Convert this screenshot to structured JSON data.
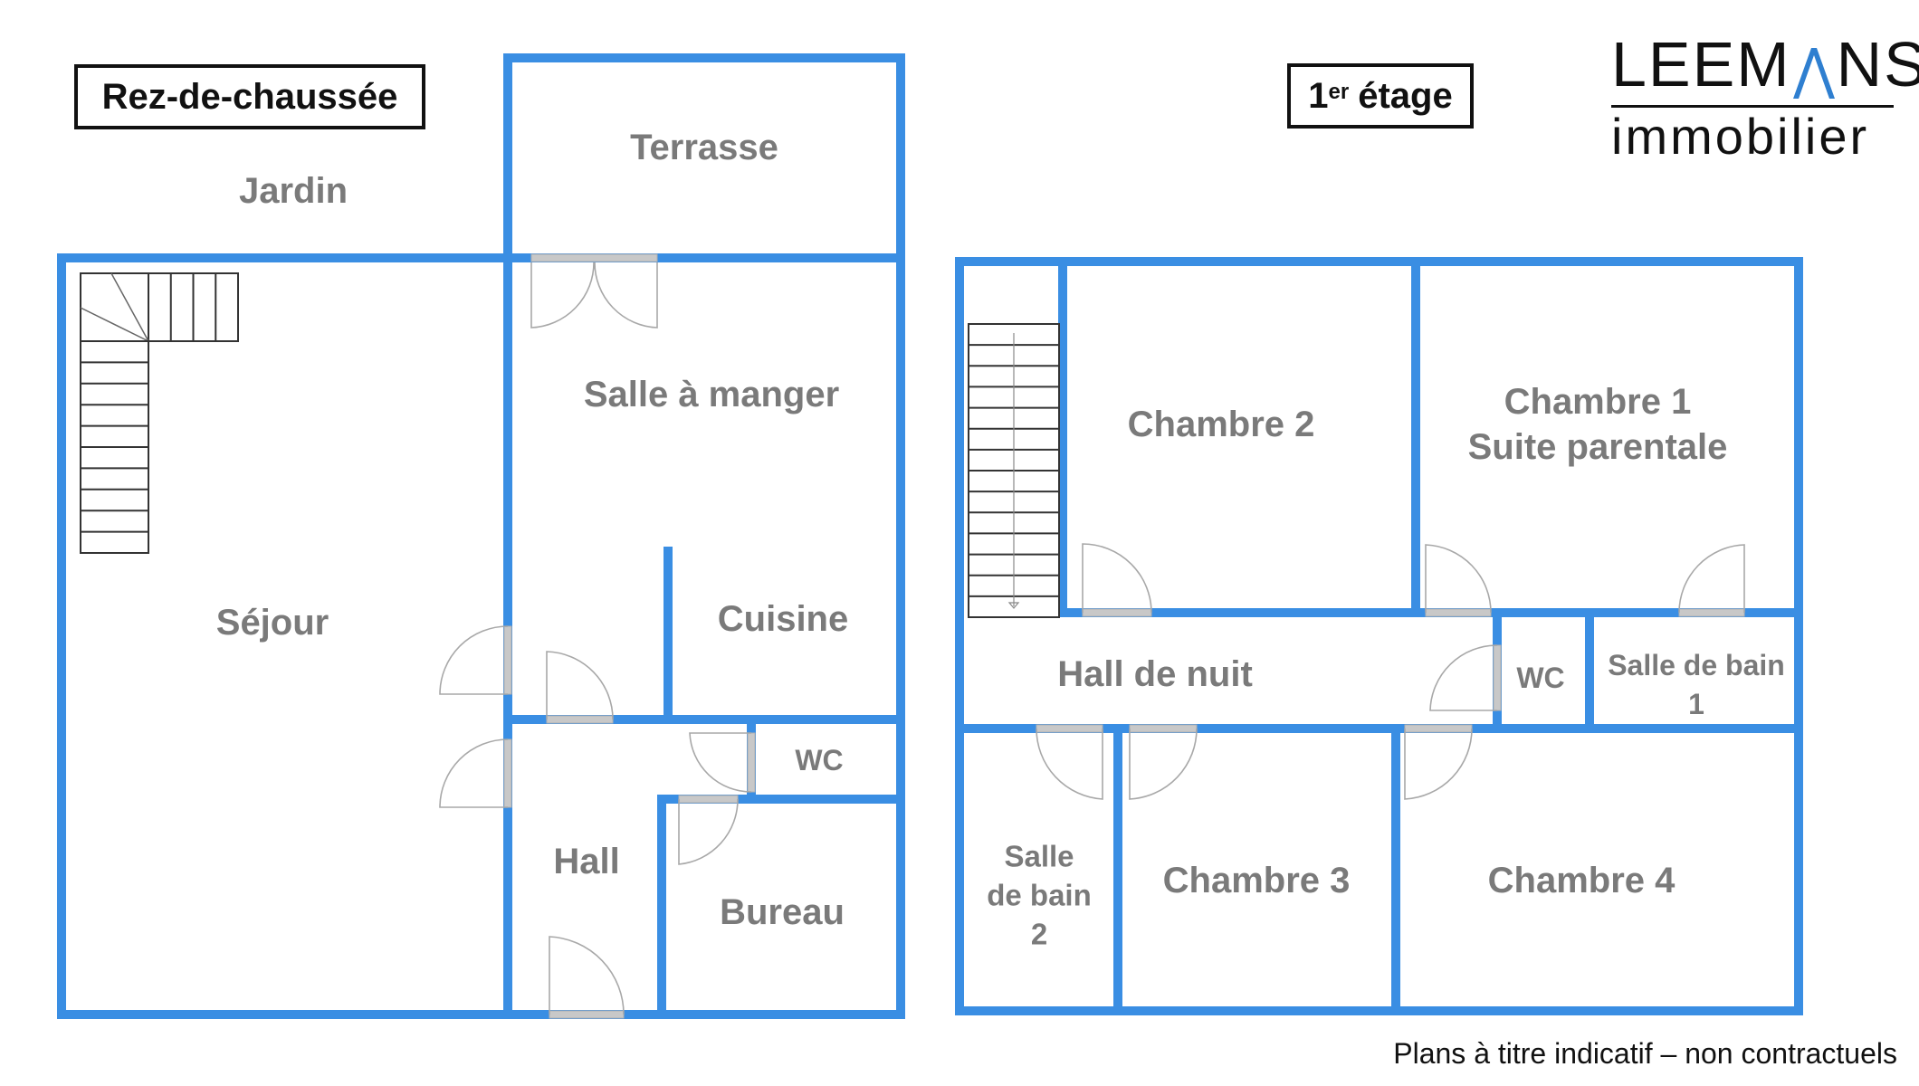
{
  "logo": {
    "brand": "LEEMANS",
    "brand_prefix": "LEEM",
    "brand_suffix": "NS",
    "tagline": "immobilier",
    "accent_color": "#2f7fd0"
  },
  "colors": {
    "wall": "#3a8ee3",
    "label": "#7a7a7a",
    "door_frame": "#c8c8c8",
    "door_line": "#a8a8a8",
    "stair_line": "#333333"
  },
  "ground_floor": {
    "title": "Rez-de-chaussée",
    "rooms": {
      "jardin": "Jardin",
      "terrasse": "Terrasse",
      "salle_a_manger": "Salle à manger",
      "sejour": "Séjour",
      "cuisine": "Cuisine",
      "wc": "WC",
      "hall": "Hall",
      "bureau": "Bureau"
    }
  },
  "first_floor": {
    "title_number": "1",
    "title_sup": "er",
    "title_word": "étage",
    "rooms": {
      "chambre_2": "Chambre 2",
      "chambre_1_line1": "Chambre 1",
      "chambre_1_line2": "Suite parentale",
      "hall_de_nuit": "Hall de nuit",
      "wc": "WC",
      "sdb1_line1": "Salle de bain",
      "sdb1_line2": "1",
      "sdb2_line1": "Salle",
      "sdb2_line2": "de bain",
      "sdb2_line3": "2",
      "chambre_3": "Chambre 3",
      "chambre_4": "Chambre 4"
    }
  },
  "footer": {
    "disclaimer": "Plans à titre indicatif – non contractuels"
  }
}
